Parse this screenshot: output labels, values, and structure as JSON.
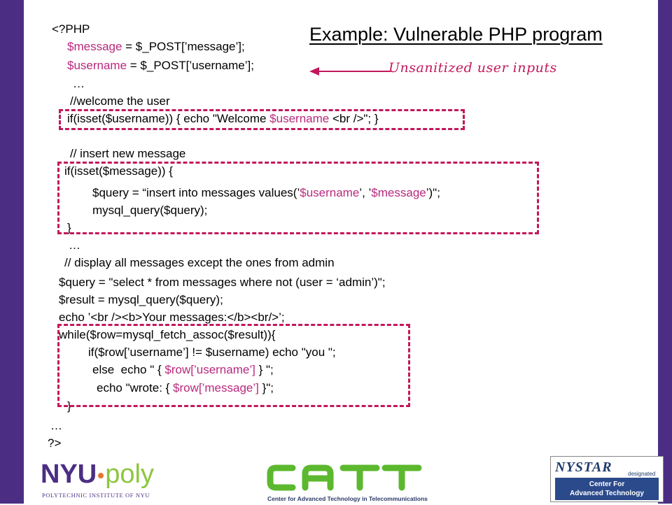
{
  "slide": {
    "title": "Example: Vulnerable PHP program",
    "annotation": "Unsanitized user inputs"
  },
  "code": {
    "l1": "<?PHP",
    "l2_var": "$message",
    "l2_rest": " = $_POST[’message’];",
    "l3_var": "$username",
    "l3_rest": " = $_POST[’username’];",
    "l4": "…",
    "l5": "//welcome the user",
    "l6_a": "if(isset($username)) { echo \"Welcome ",
    "l6_var": "$username",
    "l6_b": " <br />\"; }",
    "l7": "// insert new message",
    "l8": "if(isset($message)) {",
    "l9_a": "$query = “insert into messages values(’",
    "l9_var1": "$username",
    "l9_b": "’, ’",
    "l9_var2": "$message",
    "l9_c": "’)\";",
    "l10": "mysql_query($query);",
    "l11": "}",
    "l12": "…",
    "l13": "// display all messages except the ones from admin",
    "l14": "$query = \"select * from messages where not (user = ‘admin’)\";",
    "l15": "$result = mysql_query($query);",
    "l16": "echo ’<br /><b>Your messages:</b><br/>’;",
    "l17": "while($row=mysql_fetch_assoc($result)){",
    "l18": "if($row[’username’] != $username) echo \"you \";",
    "l19_a": "else  echo \" { ",
    "l19_var": "$row[’username’]",
    "l19_b": " } \";",
    "l20_a": "echo \"wrote: { ",
    "l20_var": "$row[’message’]",
    "l20_b": " }\";",
    "l21": "}",
    "l22": "…",
    "l23": "?>"
  },
  "logos": {
    "nyu_main": "NYU",
    "nyu_poly": "poly",
    "nyu_sub": "POLYTECHNIC INSTITUTE OF NYU",
    "catt_sub": "Center for Advanced Technology in Telecommunications",
    "nystar_top": "NYSTAR",
    "nystar_designated": "designated",
    "nystar_line1": "Center For",
    "nystar_line2": "Advanced Technology"
  },
  "colors": {
    "frame": "#4b2e83",
    "highlight": "#b8297d",
    "dashed_box": "#c2185b",
    "catt_green": "#5cb82e"
  }
}
